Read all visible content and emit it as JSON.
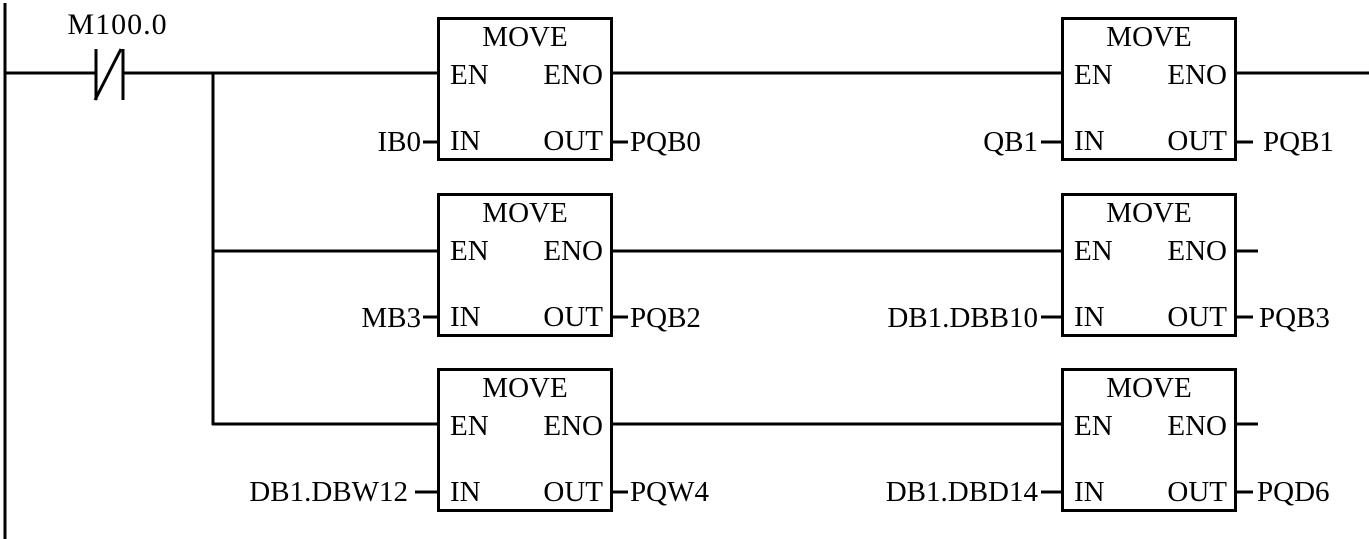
{
  "diagram": {
    "kind": "ladder-logic-network",
    "colors": {
      "line": "#000000",
      "background": "#ffffff"
    },
    "contact": {
      "label": "M100.0",
      "type": "normally-closed"
    },
    "blocks": [
      {
        "title": "MOVE",
        "en": "EN",
        "eno": "ENO",
        "in": "IN",
        "out": "OUT",
        "in_operand": "IB0",
        "out_operand": "PQB0"
      },
      {
        "title": "MOVE",
        "en": "EN",
        "eno": "ENO",
        "in": "IN",
        "out": "OUT",
        "in_operand": "QB1",
        "out_operand": "PQB1"
      },
      {
        "title": "MOVE",
        "en": "EN",
        "eno": "ENO",
        "in": "IN",
        "out": "OUT",
        "in_operand": "MB3",
        "out_operand": "PQB2"
      },
      {
        "title": "MOVE",
        "en": "EN",
        "eno": "ENO",
        "in": "IN",
        "out": "OUT",
        "in_operand": "DB1.DBB10",
        "out_operand": "PQB3"
      },
      {
        "title": "MOVE",
        "en": "EN",
        "eno": "ENO",
        "in": "IN",
        "out": "OUT",
        "in_operand": "DB1.DBW12",
        "out_operand": "PQW4"
      },
      {
        "title": "MOVE",
        "en": "EN",
        "eno": "ENO",
        "in": "IN",
        "out": "OUT",
        "in_operand": "DB1.DBD14",
        "out_operand": "PQD6"
      }
    ]
  }
}
